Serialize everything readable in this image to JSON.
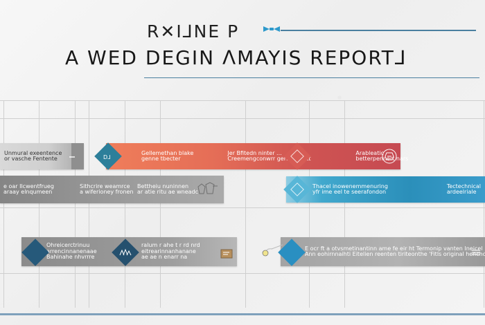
{
  "page": {
    "title_line_1": "R✕I⅃NE P",
    "title_line_2": "A WED DEGIN ᐱMAYIS REPORT⅃"
  },
  "diagram": {
    "rows": [
      {
        "name": "row-1",
        "items": [
          {
            "name": "gray-a",
            "lines": [
              "Unmural exeentence",
              "or vasche Fentente"
            ],
            "theme": "gray"
          },
          {
            "name": "orange-red",
            "marker_label": "D⅃",
            "left_lines": [
              "Gellemethan blake",
              "genne tbecter"
            ],
            "middle_lines": [
              "Jer Bfitedn ninter ...",
              "Creemengconwrr gerfocaniett"
            ],
            "right_lines": [
              "Arableatic",
              "betterpennert nars"
            ],
            "theme": "orange-red"
          }
        ]
      },
      {
        "name": "row-2",
        "items": [
          {
            "name": "gray-b",
            "lines": [
              "e oar Ilcwentfrueg",
              "araay elnqumeen"
            ],
            "middle_lines": [
              "Sithcrire weamrce",
              "a wiferioney fronen"
            ],
            "right_lines": [
              "Bettheiu nuninnen",
              "ar atie ritu ae wneadc"
            ],
            "theme": "gray"
          },
          {
            "name": "blue",
            "lines": [
              "Thacel inowenemmenuring",
              "yfr ime eel te seerafondon"
            ],
            "right_lines": [
              "Tectechnical",
              "ardeelriale"
            ],
            "theme": "blue"
          }
        ]
      },
      {
        "name": "row-3",
        "items": [
          {
            "name": "gray-c",
            "left_lines": [
              "Ohreicerctrinuu",
              "arrencinnanenaae",
              "Bahinahe nhvrrre"
            ],
            "middle_lines": [
              "ralum r ahe t r rd nrd",
              "eitrearinnanhanane",
              "ae ae n enarr na"
            ],
            "theme": "gray"
          },
          {
            "name": "gray-d",
            "lines": [
              "E ocr ft a otvsmetinantinn ame fe eir ht Termonip vanten Ineicel",
              "Ann eohirnnaihti Eitelien reenten tiriteonthe 'Fitls original henchonred"
            ],
            "theme": "gray"
          }
        ]
      }
    ]
  },
  "colors": {
    "accent_blue": "#4a7f9f",
    "bar_orange": "#ef7d5a",
    "bar_red": "#c64a52",
    "bar_blue": "#2b8fba",
    "bar_gray": "#9b9b9b"
  },
  "icons": [
    "flag-knot-icon",
    "minus-marker-icon",
    "diamond-marker-icon",
    "hexagon-icon",
    "apparel-icon",
    "diamond-line-icon",
    "waves-icon",
    "sword-icon",
    "tag-icon",
    "menu-lines-icon"
  ]
}
